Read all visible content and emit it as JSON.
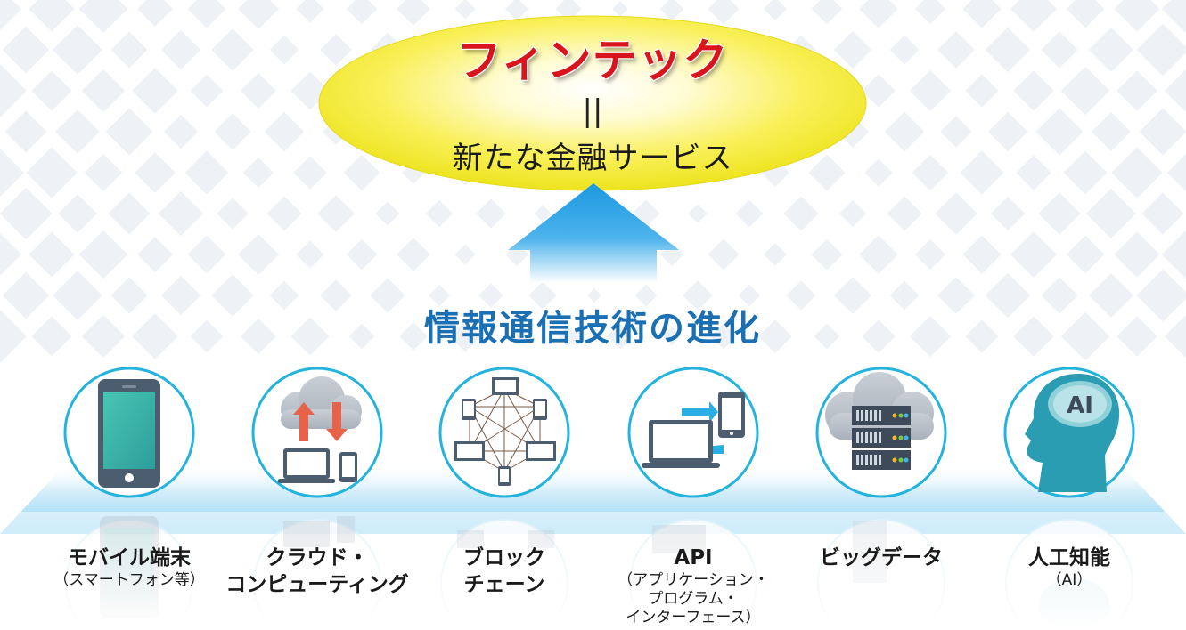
{
  "header": {
    "title": "フィンテック",
    "equals": "||",
    "subtitle": "新たな金融サービス"
  },
  "middle": {
    "heading": "情報通信技術の進化"
  },
  "technologies": [
    {
      "icon": "smartphone-icon",
      "label_lines": [
        "モバイル端末"
      ],
      "sub_lines": [
        "（スマートフォン等）"
      ]
    },
    {
      "icon": "cloud-sync-icon",
      "label_lines": [
        "クラウド・",
        "コンピューティング"
      ],
      "sub_lines": []
    },
    {
      "icon": "network-icon",
      "label_lines": [
        "ブロック",
        "チェーン"
      ],
      "sub_lines": []
    },
    {
      "icon": "api-transfer-icon",
      "label_lines": [
        "API"
      ],
      "sub_lines": [
        "（アプリケーション・",
        "プログラム・",
        "インターフェース）"
      ]
    },
    {
      "icon": "cloud-server-icon",
      "label_lines": [
        "ビッグデータ"
      ],
      "sub_lines": []
    },
    {
      "icon": "ai-head-icon",
      "label_lines": [
        "人工知能"
      ],
      "sub_lines": [
        "（AI）"
      ],
      "icon_text": "AI"
    }
  ],
  "colors": {
    "ellipse_yellow": "#f7ee2e",
    "arrow_blue": "#1d9be2",
    "heading_blue": "#1b6fb3",
    "title_red": "#d9141c",
    "circle_border": "#24b3dd",
    "teal": "#2a9db3",
    "diamond_gray": "#eef1f5"
  }
}
